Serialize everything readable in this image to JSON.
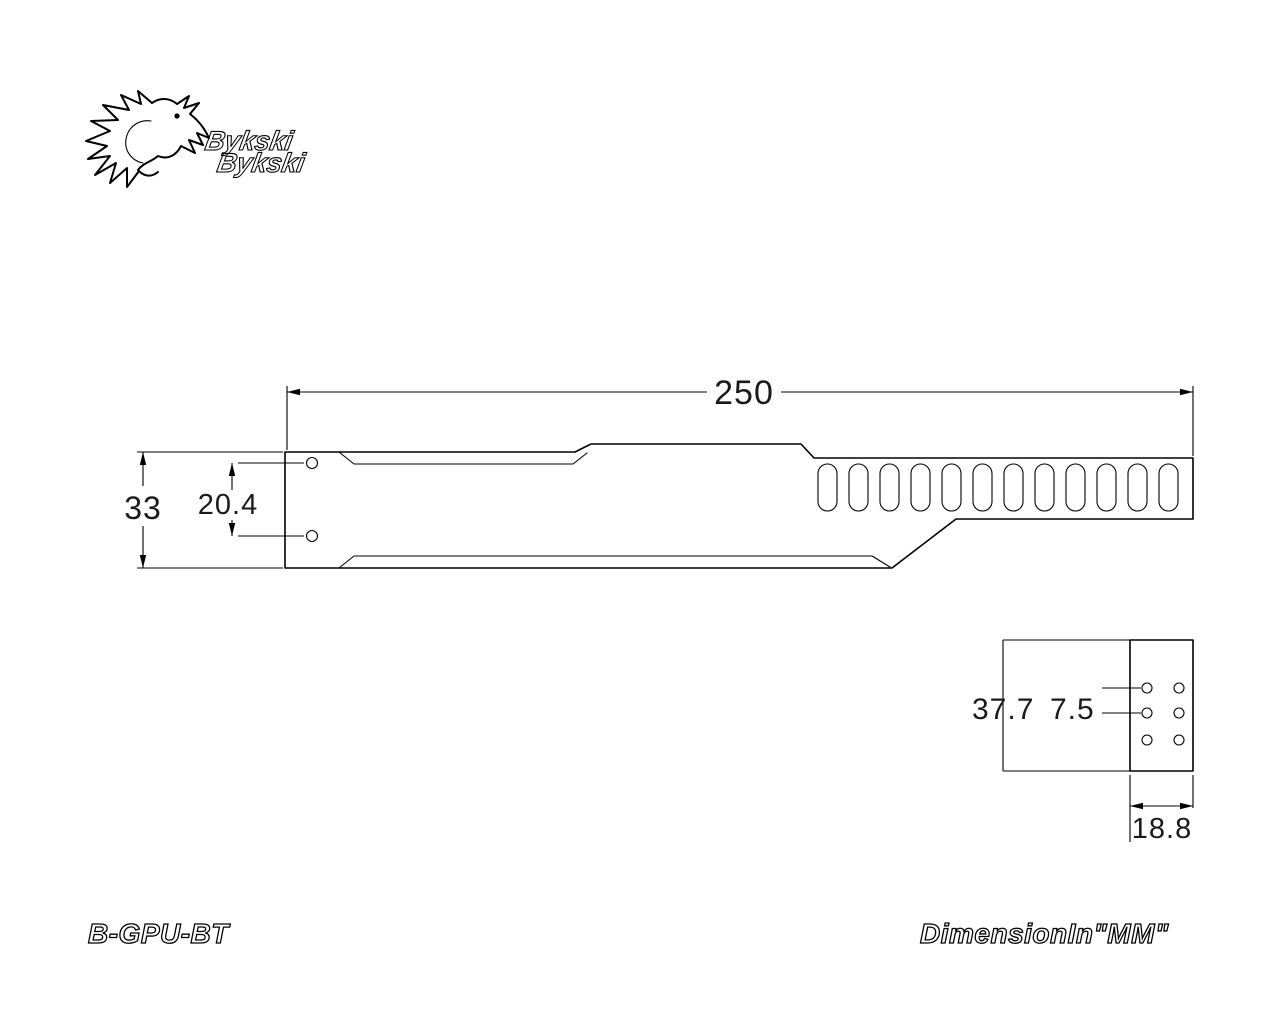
{
  "colors": {
    "background": "#ffffff",
    "ink": "#000000"
  },
  "logo": {
    "brand": "Bykski",
    "brand_echo": "Bykski"
  },
  "main_view": {
    "dim_length": "250",
    "dim_height": "33",
    "dim_hole_spacing": "20.4",
    "slot_count": 12,
    "mount_hole_count": 2
  },
  "side_view": {
    "dim_height": "37.7",
    "dim_hole_pitch": "7.5",
    "dim_depth": "18.8",
    "hole_rows": 3,
    "hole_cols": 2
  },
  "footer": {
    "model": "B-GPU-BT",
    "units_note": "DimensionIn\"MM\""
  }
}
